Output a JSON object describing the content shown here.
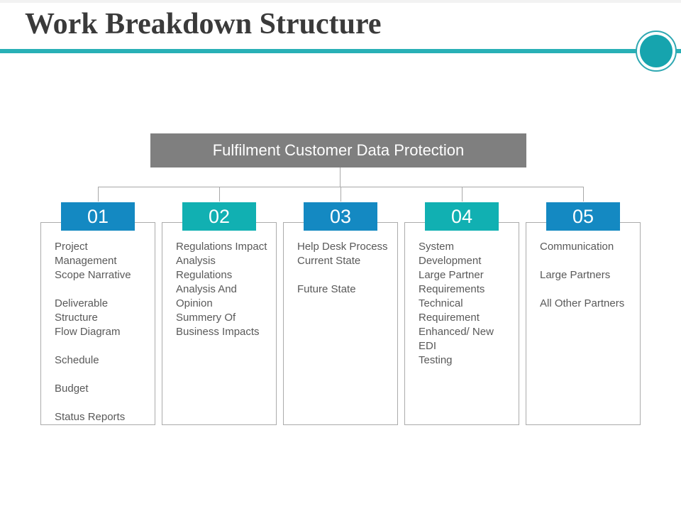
{
  "slide": {
    "title": "Work Breakdown Structure",
    "accent_color": "#29b0b6",
    "circle_color": "#16a4ae",
    "root": {
      "label": "Fulfilment Customer Data Protection",
      "bg": "#7f7f7f"
    },
    "columns": [
      {
        "number": "01",
        "color": "#1489c2",
        "items": [
          "Project Management",
          "Scope Narrative",
          "",
          "Deliverable Structure",
          "Flow Diagram",
          "",
          "Schedule",
          "",
          "Budget",
          "",
          "Status Reports"
        ]
      },
      {
        "number": "02",
        "color": "#11b0b2",
        "items": [
          "Regulations Impact Analysis",
          "Regulations Analysis And Opinion",
          "Summery Of Business Impacts"
        ]
      },
      {
        "number": "03",
        "color": "#1489c2",
        "items": [
          "Help Desk Process",
          "Current State",
          "",
          "Future State"
        ]
      },
      {
        "number": "04",
        "color": "#11b0b2",
        "items": [
          "System Development",
          "Large Partner Requirements",
          "Technical Requirement",
          "Enhanced/ New EDI",
          "Testing"
        ]
      },
      {
        "number": "05",
        "color": "#1489c2",
        "items": [
          "Communication",
          "",
          "Large Partners",
          "",
          "All Other Partners"
        ]
      }
    ]
  }
}
